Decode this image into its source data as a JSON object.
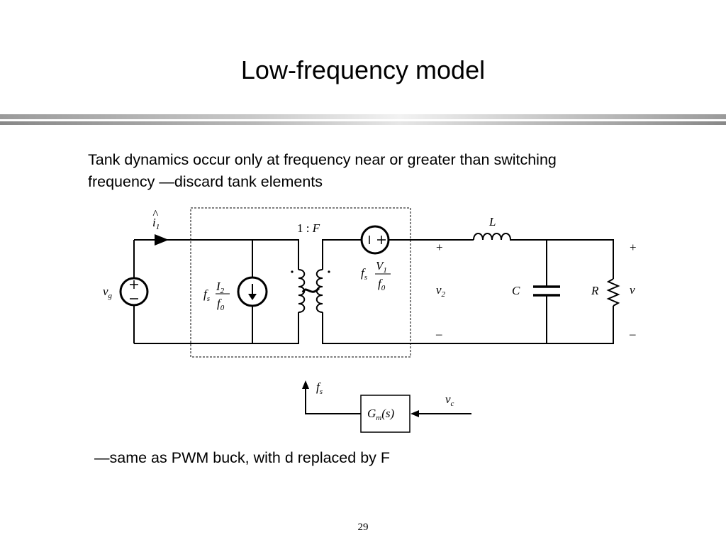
{
  "slide": {
    "title": "Low-frequency model",
    "body_line1": "Tank dynamics occur only at frequency near or greater than switching",
    "body_line2": "frequency —discard tank elements",
    "footer_note": "—same as PWM buck, with d replaced by F",
    "page_number": "29"
  },
  "diagram": {
    "current_label": "i",
    "current_sub": "1",
    "transformer_ratio_prefix": "1 : ",
    "transformer_ratio_var": "F",
    "inductor_label": "L",
    "capacitor_label": "C",
    "resistor_label": "R",
    "vg_label": "v",
    "vg_sub": "g",
    "v2_label": "v",
    "v2_sub": "2",
    "vout_label": "v",
    "plus_sign": "+",
    "minus_sign": "–",
    "current_source_numerator": "I",
    "current_source_numerator_sub": "2",
    "voltage_source_numerator": "V",
    "voltage_source_numerator_sub": "1",
    "source_denominator": "f",
    "source_denominator_sub": "0",
    "fs_label": "f",
    "fs_sub": "s",
    "block_label": "G",
    "block_sub": "m",
    "block_arg": "(s)",
    "control_label": "v",
    "control_sub": "c"
  }
}
